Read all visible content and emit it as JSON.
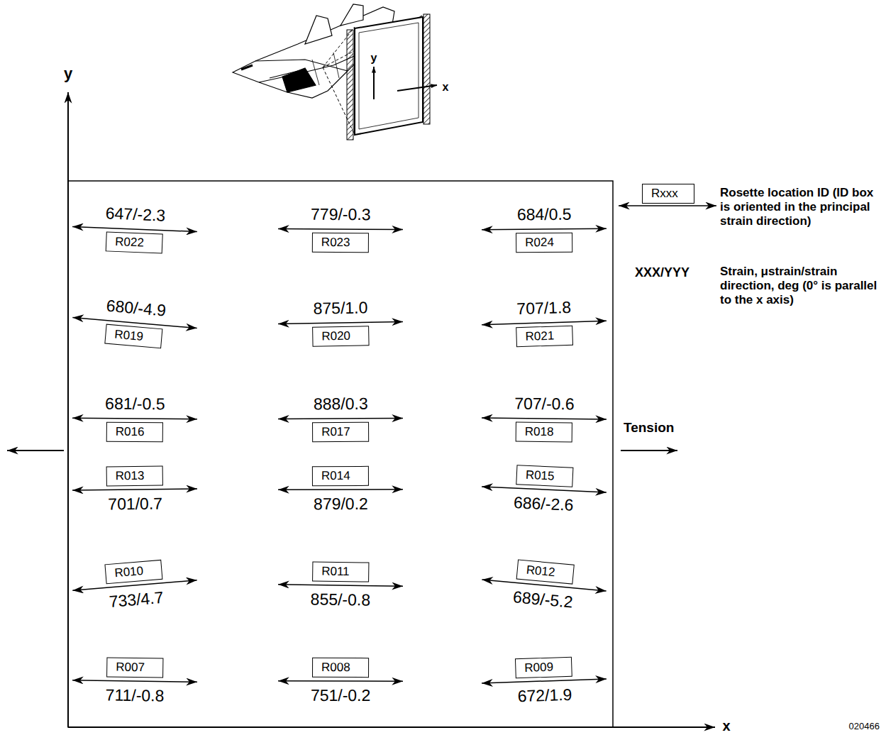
{
  "diagram": {
    "nodes": [
      {
        "text": [
          "R022"
        ]
      },
      {
        "text": [
          "R023"
        ]
      },
      {
        "text": [
          "R024"
        ]
      },
      {
        "text": [
          "R019"
        ]
      },
      {
        "text": [
          "R020"
        ]
      },
      {
        "text": [
          "R021"
        ]
      },
      {
        "text": [
          "R016"
        ]
      },
      {
        "text": [
          "R017"
        ]
      },
      {
        "text": [
          "R018"
        ]
      },
      {
        "text": [
          "R013"
        ]
      },
      {
        "text": [
          "R014"
        ]
      },
      {
        "text": [
          "R015"
        ]
      },
      {
        "text": [
          "R010"
        ]
      },
      {
        "text": [
          "R011"
        ]
      },
      {
        "text": [
          "R012"
        ]
      },
      {
        "text": [
          "R007"
        ]
      },
      {
        "text": [
          "R008"
        ]
      },
      {
        "text": [
          "R009"
        ]
      },
      {
        "text": [
          "Rxxx"
        ]
      }
    ],
    "labels": [
      "y",
      "y",
      "x",
      "647/-2.3",
      "779/-0.3",
      "684/0.5",
      "680/-4.9",
      "875/1.0",
      "707/1.8",
      "681/-0.5",
      "888/0.3",
      "707/-0.6",
      "701/0.7",
      "879/0.2",
      "686/-2.6",
      "733/4.7",
      "855/-0.8",
      "689/-5.2",
      "711/-0.8",
      "751/-0.2",
      "672/1.9",
      "Tension",
      "Rosette location ID (ID box is oriented in the principal strain direction)",
      "XXX/YYY",
      "Strain, μstrain/strain direction, deg (0° is parallel to the x axis)",
      "x",
      "020466"
    ]
  }
}
